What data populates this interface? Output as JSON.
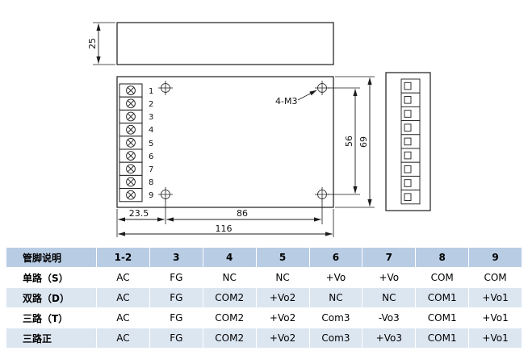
{
  "colors": {
    "line": "#1c1c1c",
    "table_header_bg": "#b8cce4",
    "table_band_bg": "#dce6f1",
    "table_text": "#000000"
  },
  "diagram": {
    "dims": {
      "side_height": "25",
      "hole_pitch_v": "56",
      "body_height": "69",
      "edge_offset": "23.5",
      "hole_pitch_h": "86",
      "body_width": "116"
    },
    "hole_label": "4-M3",
    "terminal_numbers": [
      "1",
      "2",
      "3",
      "4",
      "5",
      "6",
      "7",
      "8",
      "9"
    ]
  },
  "table": {
    "headers": [
      "管脚说明",
      "1-2",
      "3",
      "4",
      "5",
      "6",
      "7",
      "8",
      "9"
    ],
    "rows": [
      {
        "label": "单路（S）",
        "values": [
          "AC",
          "FG",
          "NC",
          "NC",
          "+Vo",
          "+Vo",
          "COM",
          "COM"
        ]
      },
      {
        "label": "双路（D）",
        "values": [
          "AC",
          "FG",
          "COM2",
          "+Vo2",
          "NC",
          "NC",
          "COM1",
          "+Vo1"
        ]
      },
      {
        "label": "三路（T）",
        "values": [
          "AC",
          "FG",
          "COM2",
          "+Vo2",
          "Com3",
          "-Vo3",
          "COM1",
          "+Vo1"
        ]
      },
      {
        "label": "三路正",
        "values": [
          "AC",
          "FG",
          "COM2",
          "+Vo2",
          "Com3",
          "+Vo3",
          "COM1",
          "+Vo1"
        ]
      }
    ]
  }
}
